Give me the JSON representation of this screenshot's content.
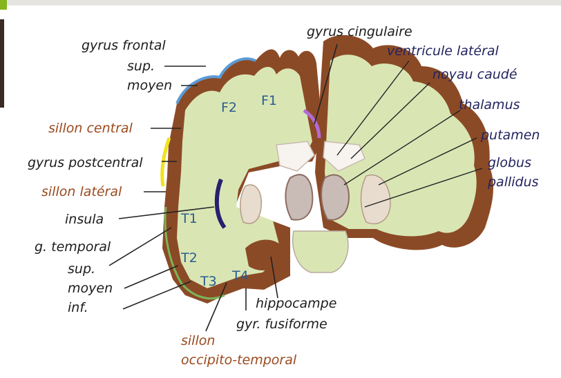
{
  "labels": {
    "gyrus_frontal": "gyrus frontal",
    "sup": "sup.",
    "moyen_frontal": "moyen",
    "sillon_central": "sillon central",
    "gyrus_postcentral": "gyrus postcentral",
    "sillon_lateral": "sillon latéral",
    "insula": "insula",
    "g_temporal": "g. temporal",
    "sup_temporal": "sup.",
    "moyen_temporal": "moyen",
    "inf": "inf.",
    "sillon": "sillon",
    "occipito_temporal": "occipito-temporal",
    "gyrus_cingulaire": "gyrus cingulaire",
    "ventricule_lateral": "ventricule latéral",
    "noyau_caude": "noyau caudé",
    "thalamus": "thalamus",
    "putamen": "putamen",
    "globus": "globus",
    "pallidus": "pallidus",
    "hippocampe": "hippocampe",
    "gyr_fusiforme": "gyr. fusiforme"
  },
  "regions": {
    "F1": "F1",
    "F2": "F2",
    "T1": "T1",
    "T2": "T2",
    "T3": "T3",
    "T4": "T4"
  },
  "colors": {
    "white_matter": "#d9e6b4",
    "gray_matter": "#8b4a26",
    "sulcus_central": "#f0e21e",
    "insula": "#2a1f6e",
    "cingulate": "#b36ad8",
    "outline_frontal": "#5b9bd5",
    "outline_temporal": "#7ab55a"
  }
}
